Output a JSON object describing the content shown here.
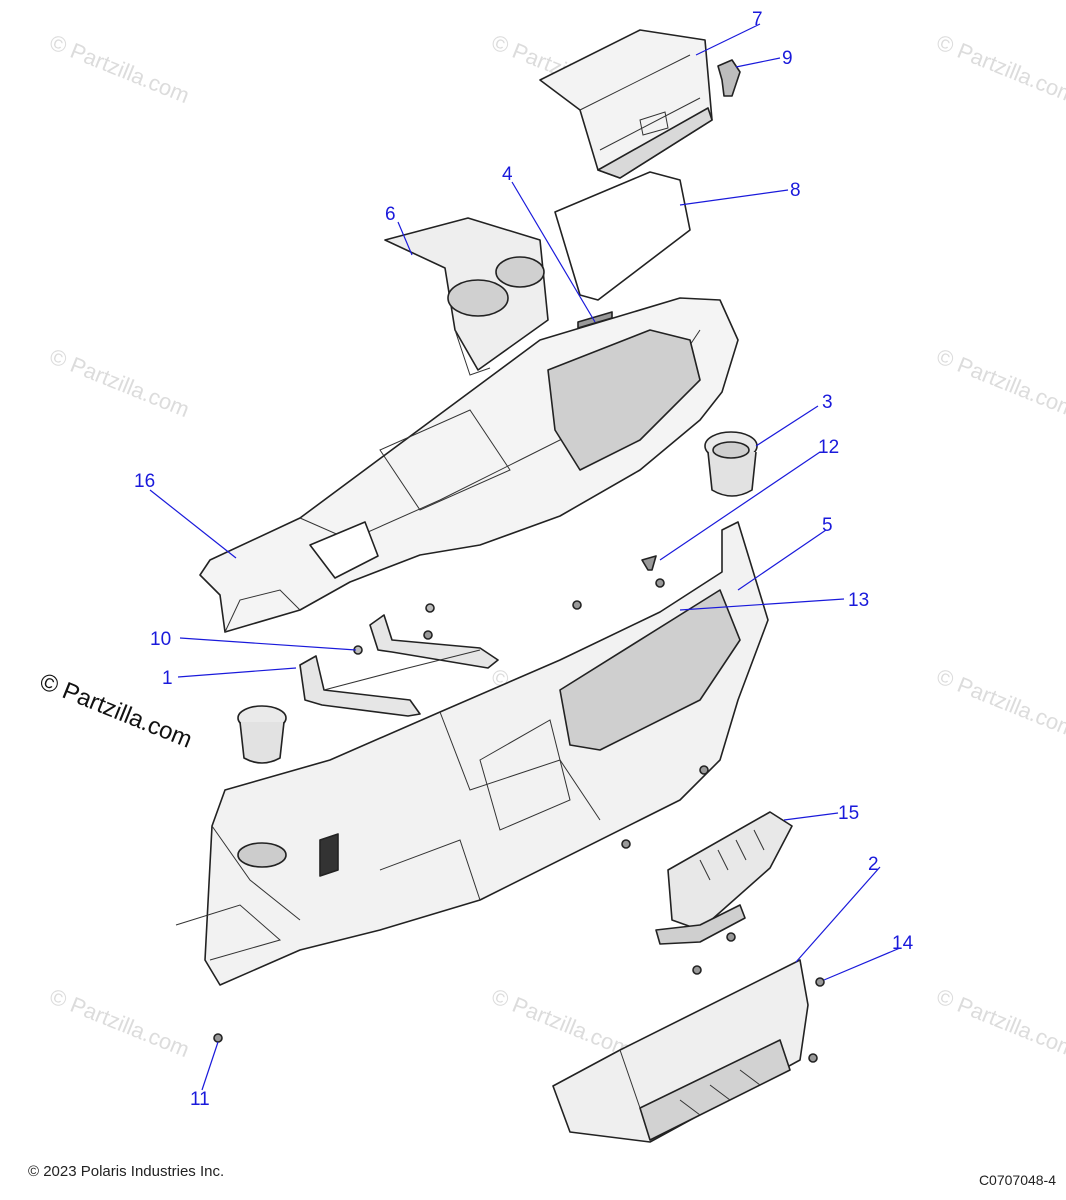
{
  "watermark": "© Partzilla.com",
  "brand_watermark": "© Partzilla.com",
  "copyright": "© 2023 Polaris Industries Inc.",
  "diagram_id": "C0707048-4",
  "callouts": {
    "c1": "1",
    "c2": "2",
    "c3": "3",
    "c4": "4",
    "c5": "5",
    "c6": "6",
    "c7": "7",
    "c8": "8",
    "c9": "9",
    "c10": "10",
    "c11": "11",
    "c12": "12",
    "c13": "13",
    "c14": "14",
    "c15": "15",
    "c16": "16"
  },
  "colors": {
    "callout": "#1a1adb",
    "part_fill": "#f3f3f3",
    "part_shade": "#cfcfcf",
    "outline": "#222222"
  }
}
